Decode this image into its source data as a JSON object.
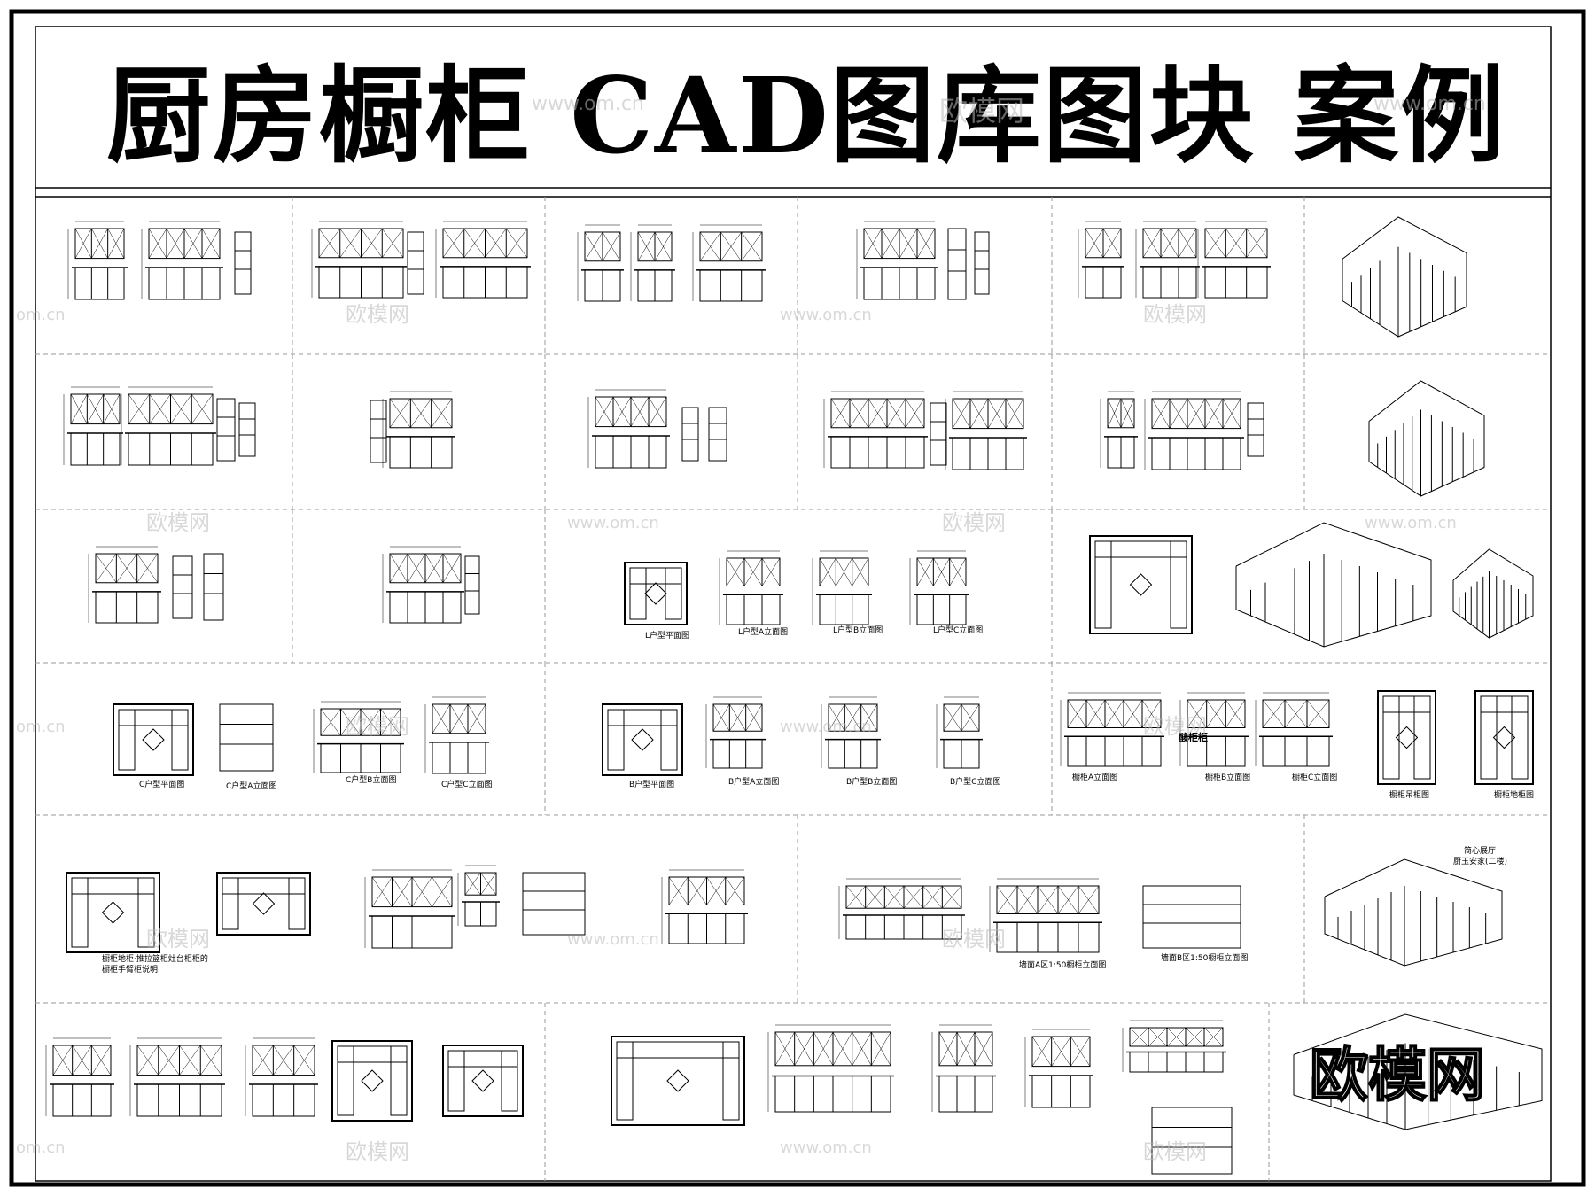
{
  "title": "厨房橱柜 CAD图库图块 案例",
  "watermark": {
    "brand": "欧模网",
    "url": "www.om.cn",
    "url_short": "om.cn"
  },
  "labels": {
    "lhx_plan": "L户型平面图",
    "lhx_a": "L户型A立面图",
    "lhx_b": "L户型B立面图",
    "lhx_c": "L户型C立面图",
    "chx_plan": "C户型平面图",
    "chx_a": "C户型A立面图",
    "chx_b": "C户型B立面图",
    "chx_c": "C户型C立面图",
    "bhx_plan": "B户型平面图",
    "bhx_a": "B户型A立面图",
    "bhx_b": "B户型B立面图",
    "bhx_c": "B户型C立面图",
    "cab_a": "橱柜A立面图",
    "cab_b": "橱柜B立面图",
    "cab_c": "橱柜C立面图",
    "cab_hang": "橱柜吊柜图",
    "cab_floor": "橱柜地柜图",
    "cabinet_mark": "酸柜柜",
    "ushape_note1": "橱柜地柜·推拉篮柜灶台柜柜的",
    "ushape_note2": "橱柜手臂柜说明",
    "wall_a": "墙面A区1:50橱柜立面图",
    "wall_b": "墙面B区1:50橱柜立面图",
    "iso_note1": "简心展厅",
    "iso_note2": "厨玉安家(二楼)"
  },
  "colors": {
    "ink": "#000000",
    "paper": "#ffffff",
    "grid_dash": "#9a9a9a",
    "watermark": "#b9b9b9"
  }
}
